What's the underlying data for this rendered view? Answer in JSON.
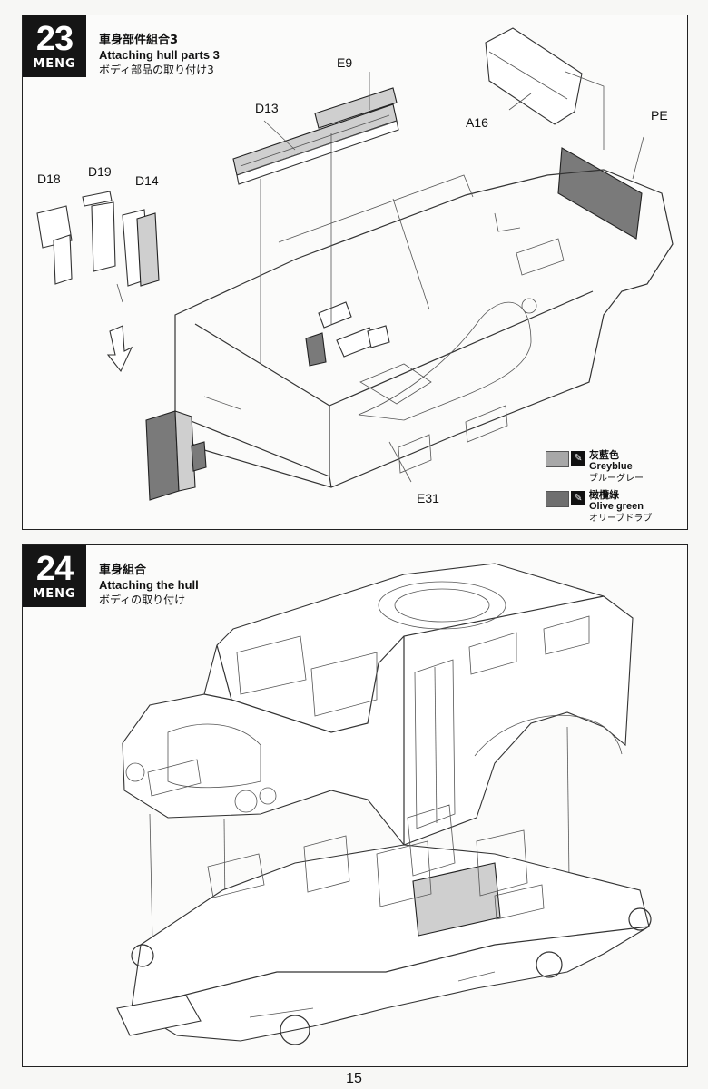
{
  "brand": "MENG",
  "page_number": "15",
  "step23": {
    "number": "23",
    "title_zh": "車身部件組合3",
    "title_en": "Attaching hull parts 3",
    "title_jp": "ボディ部品の取り付け3",
    "parts": [
      "E9",
      "D13",
      "D18",
      "D19",
      "D14",
      "A16",
      "PE",
      "E31"
    ]
  },
  "legend": [
    {
      "zh": "灰藍色",
      "en": "Greyblue",
      "jp": "ブルーグレー",
      "color": "#a8a8a8"
    },
    {
      "zh": "橄欖綠",
      "en": "Olive green",
      "jp": "オリーブドラブ",
      "color": "#6f6f6f"
    }
  ],
  "step24": {
    "number": "24",
    "title_zh": "車身組合",
    "title_en": "Attaching the hull",
    "title_jp": "ボディの取り付け"
  }
}
